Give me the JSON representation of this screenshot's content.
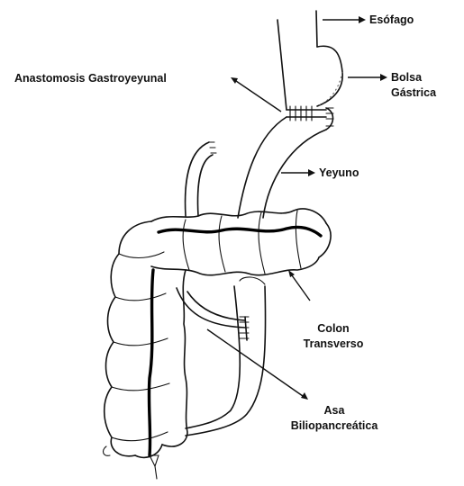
{
  "labels": {
    "esofago": "Esófago",
    "bolsa_line1": "Bolsa",
    "bolsa_line2": "Gástrica",
    "anastomosis": "Anastomosis Gastroyeyunal",
    "yeyuno": "Yeyuno",
    "colon_line1": "Colon",
    "colon_line2": "Transverso",
    "asa_line1": "Asa",
    "asa_line2": "Biliopancreática"
  },
  "colors": {
    "ink": "#111111",
    "background": "#ffffff"
  }
}
